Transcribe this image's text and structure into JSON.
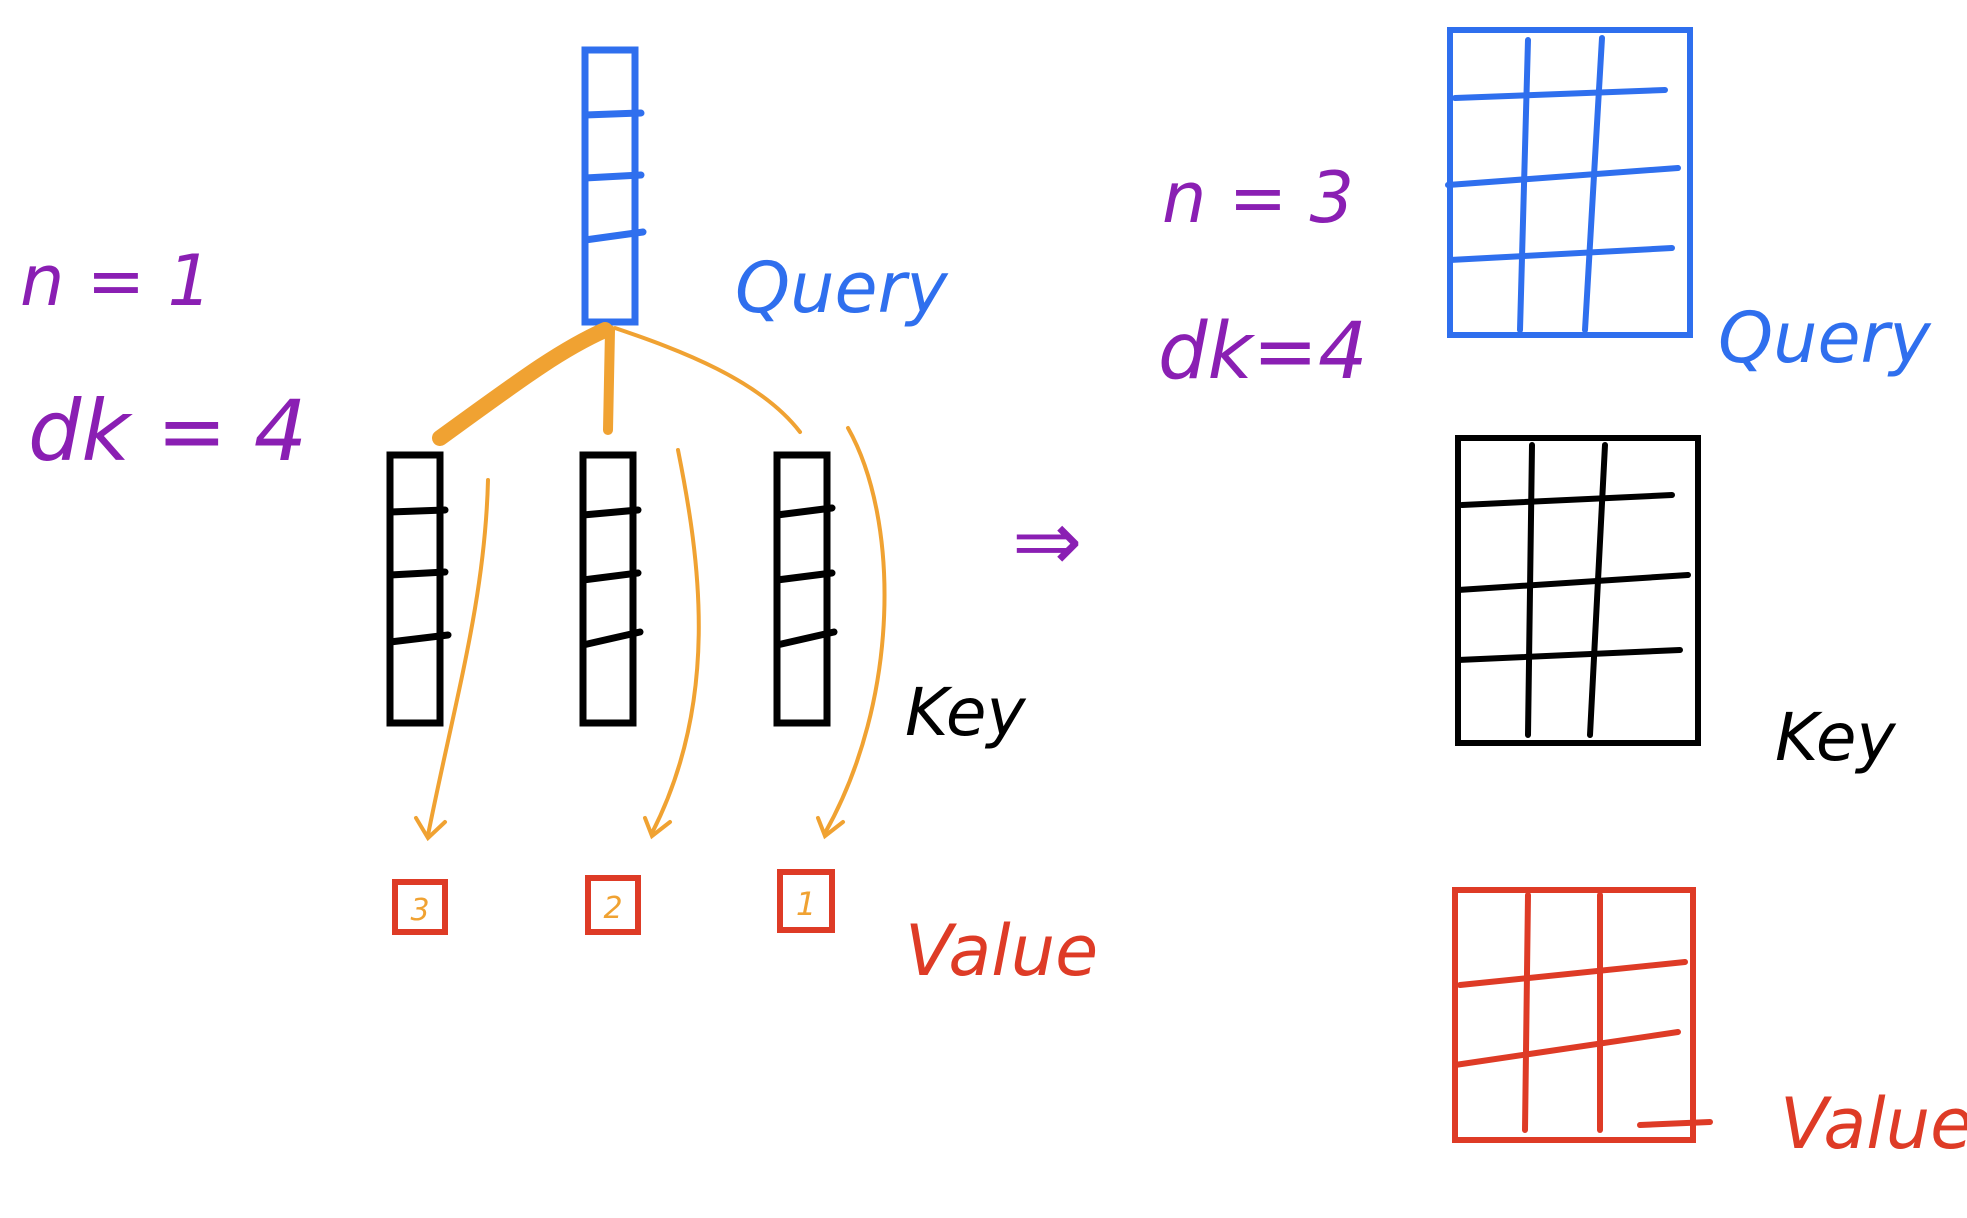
{
  "colors": {
    "purple": "#8a1fb3",
    "blue": "#2f6fee",
    "black": "#000000",
    "orange": "#f0a232",
    "red": "#de3b26"
  },
  "left": {
    "n_label": "n = 1",
    "dk_label": "dk = 4",
    "query_label": "Query",
    "key_label": "Key",
    "value_label": "Value",
    "values": [
      "3",
      "2",
      "1"
    ]
  },
  "arrow": "⇒",
  "right": {
    "n_label": "n = 3",
    "dk_label": "dk=4",
    "query_label": "Query",
    "key_label": "Key",
    "value_label": "Value"
  }
}
